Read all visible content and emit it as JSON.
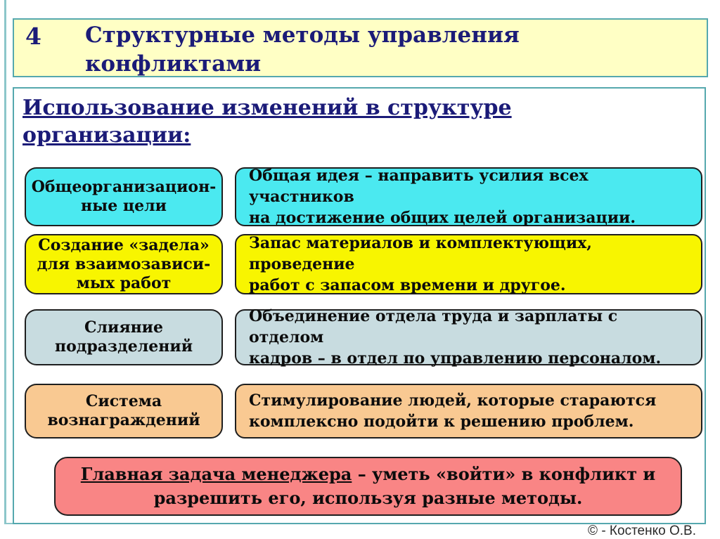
{
  "slide": {
    "number": "4",
    "title": "Структурные методы управления\nконфликтами",
    "heading": "Использование изменений в структуре\nорганизации:",
    "rows": [
      {
        "label": "Общеорганизацион-\nные цели",
        "description": "Общая идея – направить усилия всех участников\nна достижение общих целей организации.",
        "color": "#4be9f0"
      },
      {
        "label": "Создание «задела»\nдля взаимозависи-\nмых работ",
        "description": "Запас материалов и комплектующих, проведение\nработ с запасом времени и другое.",
        "color": "#f8f500"
      },
      {
        "label": "Слияние\nподразделений",
        "description": "Объединение отдела труда и зарплаты с отделом\nкадров – в отдел по управлению персоналом.",
        "color": "#c8dce0"
      },
      {
        "label": "Система\nвознаграждений",
        "description": "Стимулирование людей, которые стараются\nкомплексно подойти к решению проблем.",
        "color": "#f9c992"
      }
    ],
    "conclusion": {
      "underlined": "Главная задача менеджера",
      "rest": " – уметь «войти» в конфликт и разрешить его, используя разные методы.",
      "color": "#f98585"
    },
    "footer": "© - Костенко О.В.",
    "colors": {
      "frame_teal": "#55a8ae",
      "frame_line_teal": "#8cc6ca",
      "header_bg": "#ffffc5",
      "title_navy": "#1b1b78",
      "box_border_dark": "#1f1f1f",
      "text_black": "#0c0c0c",
      "panel_bg": "#ffffff"
    }
  }
}
